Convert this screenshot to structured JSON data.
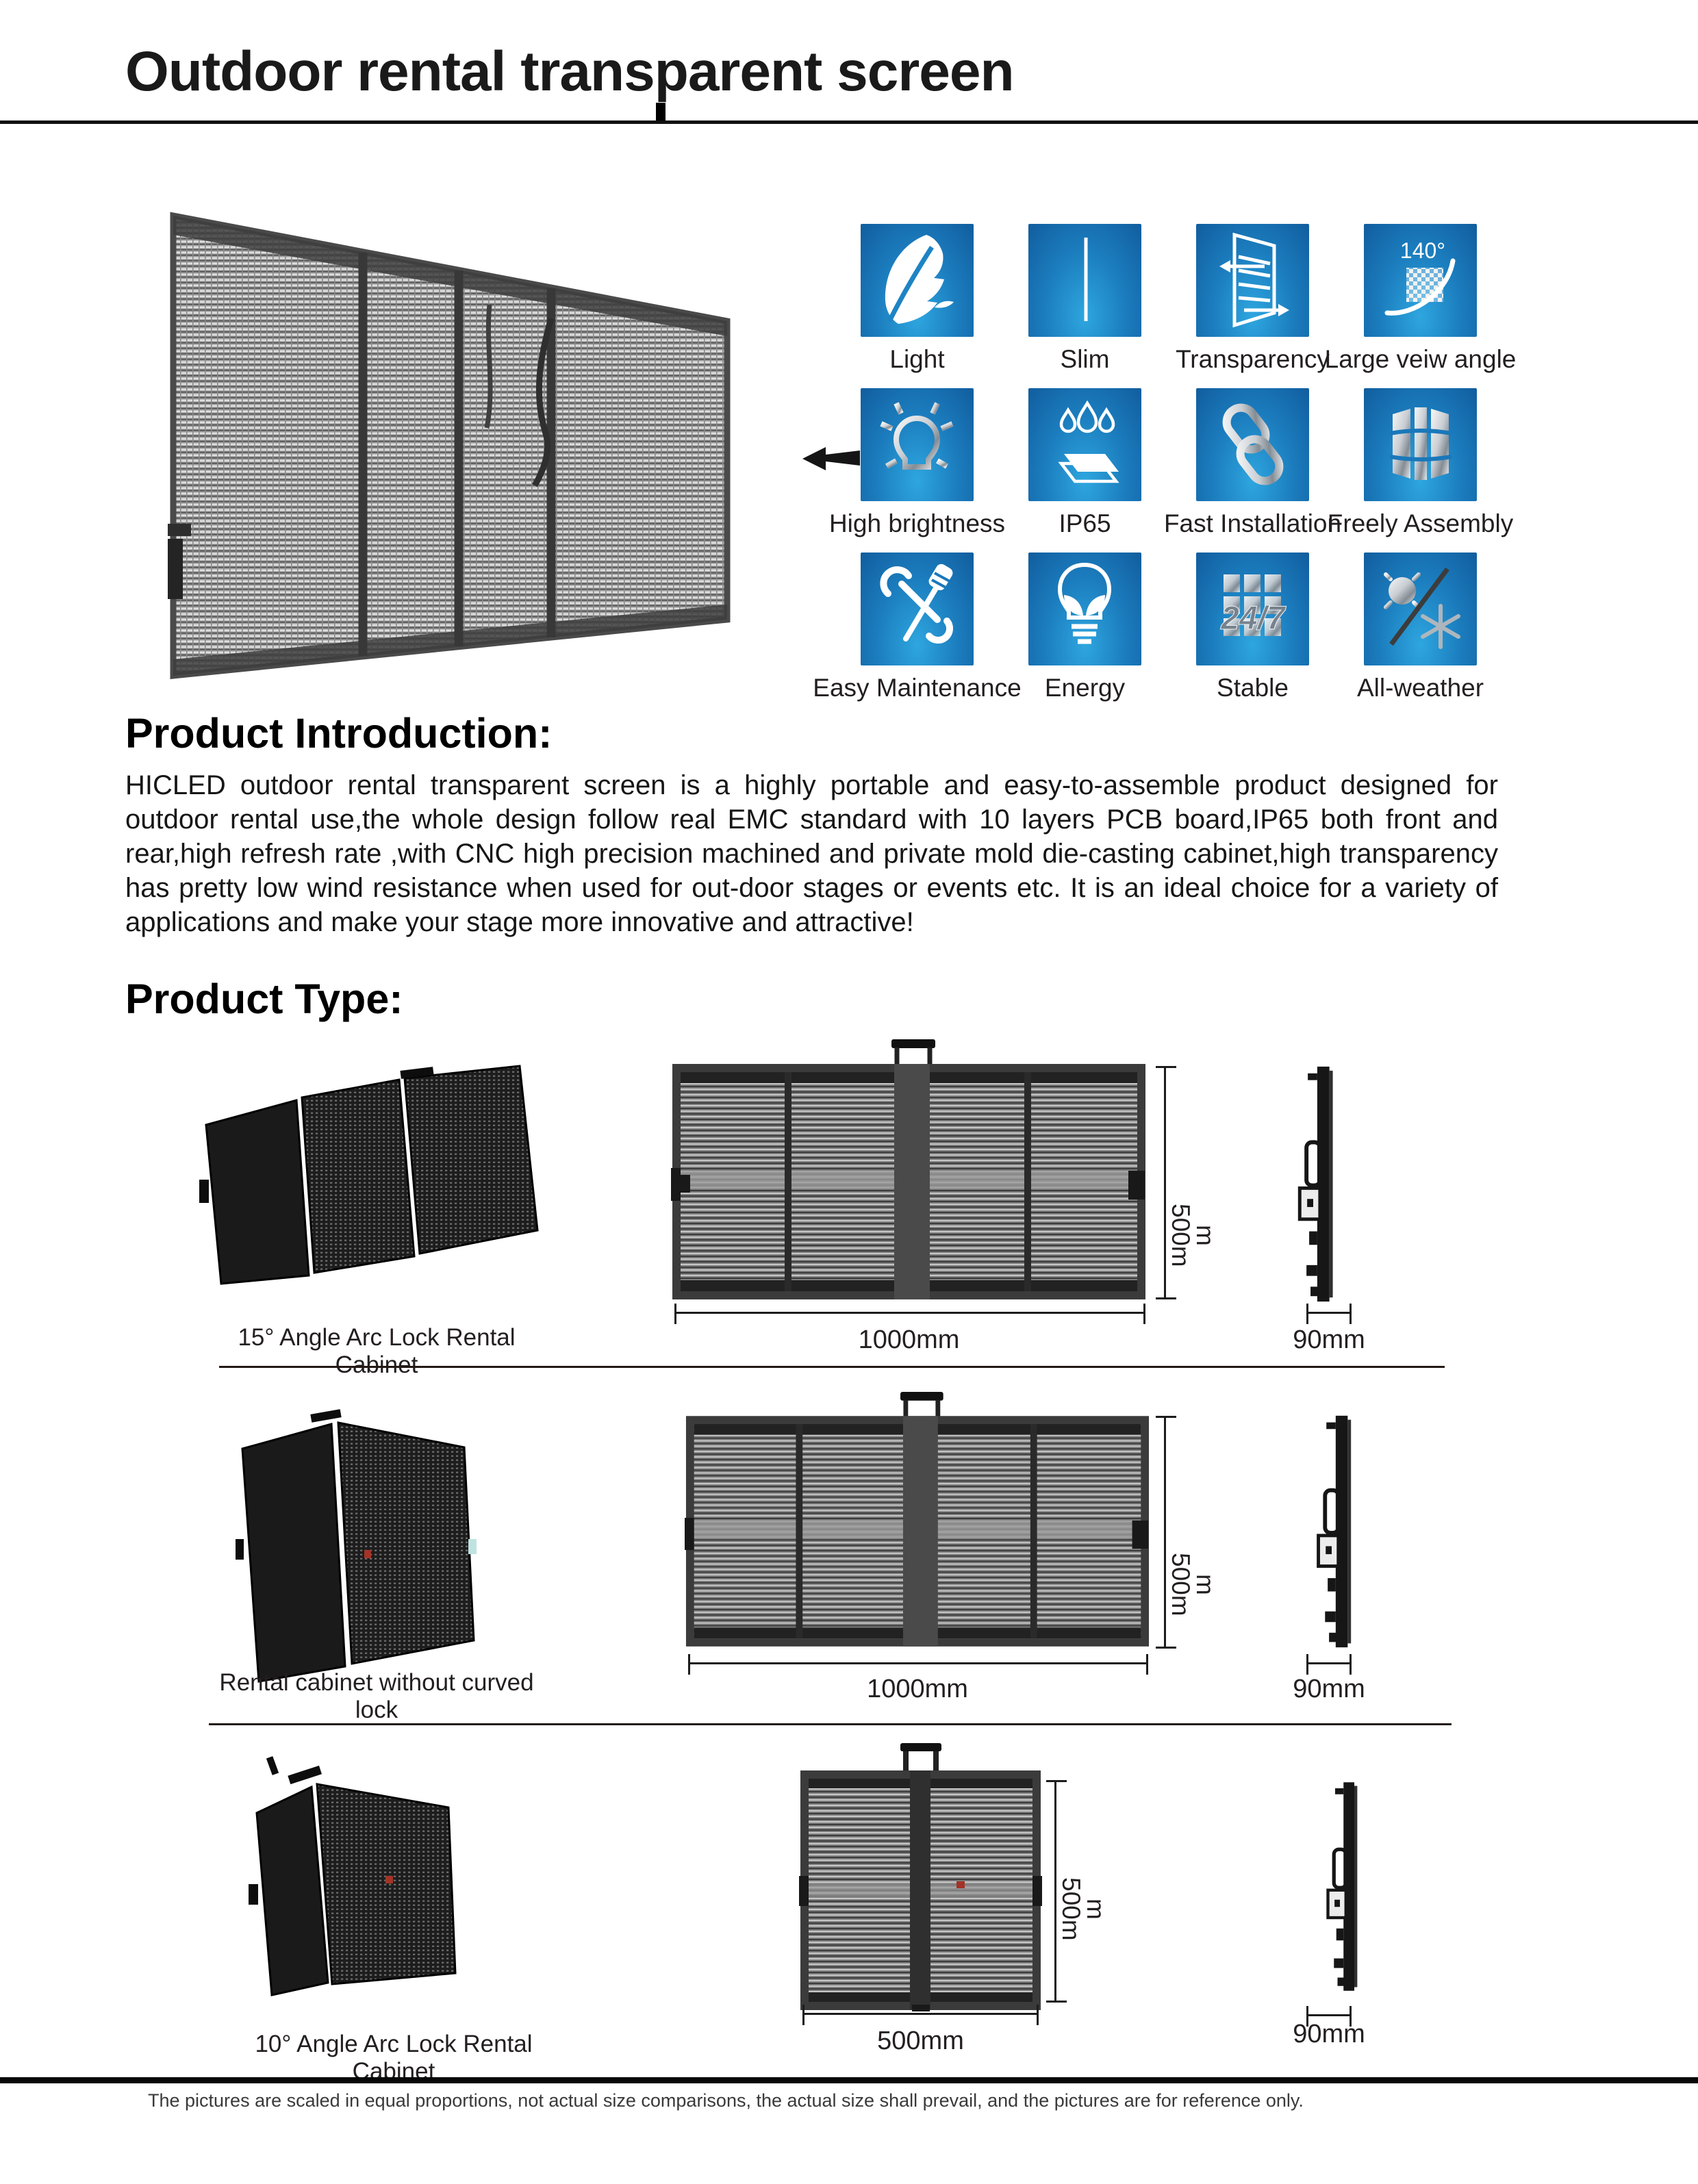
{
  "document": {
    "title": "Outdoor rental transparent screen",
    "footer_note": "The pictures are scaled in equal proportions, not actual size comparisons, the actual size shall prevail, and the pictures are for reference only."
  },
  "features": {
    "items": [
      {
        "label": "Light",
        "icon": "feather-icon"
      },
      {
        "label": "Slim",
        "icon": "slim-line-icon"
      },
      {
        "label": "Transparency",
        "icon": "transparency-panel-icon"
      },
      {
        "label": "Large veiw angle",
        "icon": "view-angle-icon",
        "overlay_text": "140°"
      },
      {
        "label": "High brightness",
        "icon": "bulb-rays-icon"
      },
      {
        "label": "IP65",
        "icon": "water-drops-panel-icon"
      },
      {
        "label": "Fast Installation",
        "icon": "chain-link-icon"
      },
      {
        "label": "Freely Assembly",
        "icon": "curved-panels-icon"
      },
      {
        "label": "Easy Maintenance",
        "icon": "wrench-tools-icon"
      },
      {
        "label": "Energy",
        "icon": "eco-bulb-icon"
      },
      {
        "label": "Stable",
        "icon": "panel-grid-icon",
        "overlay_text": "24/7"
      },
      {
        "label": "All-weather",
        "icon": "sun-snowflake-icon"
      }
    ],
    "tile_color_dark": "#115d9e",
    "tile_color_light": "#2ea6df"
  },
  "introduction": {
    "heading": "Product Introduction:",
    "body": "HICLED outdoor rental transparent screen is a highly portable and easy-to-assemble product designed for outdoor rental use,the whole design follow real EMC standard with 10 layers PCB board,IP65 both front and rear,high refresh rate ,with CNC high precision machined and private mold die-casting cabinet,high transparency has pretty low wind resistance when used for out-door stages or events etc. It is an ideal choice for a variety of applications and make your stage more innovative and attractive!"
  },
  "product_type": {
    "heading": "Product Type:",
    "products": [
      {
        "name": "15° Angle Arc Lock Rental Cabinet",
        "width": "1000mm",
        "height": "500mm",
        "depth": "90mm"
      },
      {
        "name": "Rental cabinet without curved lock",
        "width": "1000mm",
        "height": "500mm",
        "depth": "90mm"
      },
      {
        "name": "10° Angle Arc Lock Rental Cabinet",
        "width": "500mm",
        "height": "500mm",
        "depth": "90mm"
      }
    ]
  }
}
